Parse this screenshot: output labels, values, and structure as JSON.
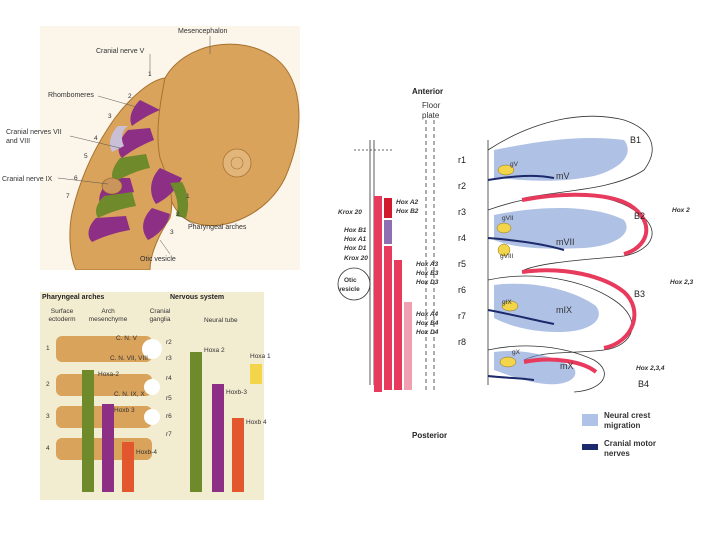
{
  "embryo": {
    "mesencephalon": "Mesencephalon",
    "cranial_nerve_v": "Cranial nerve V",
    "rhombomeres": "Rhombomeres",
    "cranial_nerves_vii_viii": "Cranial nerves VII and VIII",
    "cranial_nerve_ix": "Cranial nerve IX",
    "pharyngeal_arches": "Pharyngeal arches",
    "otic_vesicle": "Otic vesicle",
    "rhombomere_numbers": [
      "1",
      "2",
      "3",
      "4",
      "5",
      "6",
      "7"
    ],
    "arch_numbers": [
      "1",
      "2",
      "3"
    ]
  },
  "table": {
    "pharyngeal_arches": "Pharyngeal arches",
    "nervous_system": "Nervous system",
    "surface_ectoderm": "Surface ectoderm",
    "arch_mesenchyme": "Arch mesenchyme",
    "cranial_ganglia": "Cranial ganglia",
    "neural_tube": "Neural tube",
    "arches": [
      "1",
      "2",
      "3",
      "4"
    ],
    "rhombomeres": [
      "r2",
      "r3",
      "r4",
      "r5",
      "r6",
      "r7"
    ],
    "cn_v": "C. N. V",
    "cn_vii_viii": "C. N. VII, VIII",
    "cn_ix_x": "C. N. IX, X",
    "mes_hoxa2": "Hoxa-2",
    "mes_hoxb3": "Hoxb 3",
    "mes_hoxb4": "Hoxb-4",
    "hoxa2": "Hoxa 2",
    "hoxa1": "Hoxa 1",
    "hoxb3": "Hoxb-3",
    "hoxb4": "Hoxb 4"
  },
  "hindbrain": {
    "anterior": "Anterior",
    "posterior": "Posterior",
    "floor_plate_1": "Floor",
    "floor_plate_2": "plate",
    "rhombomeres": [
      "r1",
      "r2",
      "r3",
      "r4",
      "r5",
      "r6",
      "r7",
      "r8"
    ],
    "krox20": "Krox 20",
    "hox_a2": "Hox A2",
    "hox_b2": "Hox B2",
    "hox_b1": "Hox B1",
    "hox_a1": "Hox A1",
    "hox_d1": "Hox D1",
    "hox_a3": "Hox A3",
    "hox_b3": "Hox B3",
    "hox_d3": "Hox D3",
    "hox_a4": "Hox A4",
    "hox_b4": "Hox B4",
    "hox_d4": "Hox D4",
    "otic_1": "Otic",
    "otic_2": "vesicle",
    "gv": "gV",
    "gvii": "gVII",
    "gviii": "gVIII",
    "gix": "gIX",
    "gx": "gX",
    "mv": "mV",
    "mvii": "mVII",
    "mix": "mIX",
    "mx": "mX",
    "b1": "B1",
    "b2": "B2",
    "b3": "B3",
    "b4": "B4",
    "hox2": "Hox 2",
    "hox23": "Hox 2,3",
    "hox234": "Hox 2,3,4",
    "legend_crest_1": "Neural crest",
    "legend_crest_2": "migration",
    "legend_motor_1": "Cranial motor",
    "legend_motor_2": "nerves"
  },
  "colors": {
    "tan": "#d9a35c",
    "purple": "#8e2f86",
    "green": "#6e8a2b",
    "orange": "#e2572e",
    "yellow": "#f2d54a",
    "crest_blue": "#6f8fd0",
    "motor_navy": "#1c2a6b",
    "hox_pink": "#e83a5c",
    "hox_red": "#d11a2e"
  }
}
